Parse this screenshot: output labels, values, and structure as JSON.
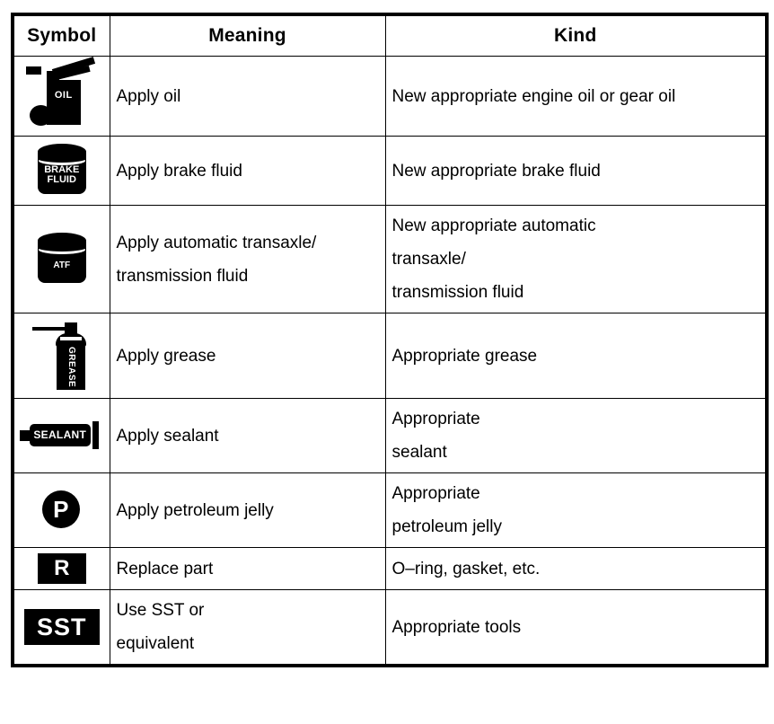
{
  "table": {
    "headers": [
      "Symbol",
      "Meaning",
      "Kind"
    ],
    "rows": [
      {
        "symbol_icon": "oil-can-icon",
        "symbol_label": "OIL",
        "meaning": [
          "Apply oil"
        ],
        "kind": [
          "New appropriate engine oil or gear oil"
        ]
      },
      {
        "symbol_icon": "brake-fluid-can-icon",
        "symbol_label": "BRAKE FLUID",
        "symbol_label_line1": "BRAKE",
        "symbol_label_line2": "FLUID",
        "meaning": [
          "Apply brake fluid"
        ],
        "kind": [
          "New appropriate brake fluid"
        ]
      },
      {
        "symbol_icon": "atf-can-icon",
        "symbol_label": "ATF",
        "meaning": [
          "Apply automatic transaxle/",
          "transmission fluid"
        ],
        "kind": [
          "New appropriate automatic",
          "transaxle/",
          "transmission fluid"
        ]
      },
      {
        "symbol_icon": "grease-gun-icon",
        "symbol_label": "GREASE",
        "meaning": [
          "Apply grease"
        ],
        "kind": [
          "Appropriate grease"
        ]
      },
      {
        "symbol_icon": "sealant-tube-icon",
        "symbol_label": "SEALANT",
        "meaning": [
          "Apply sealant"
        ],
        "kind": [
          "Appropriate",
          "sealant"
        ]
      },
      {
        "symbol_icon": "petroleum-jelly-icon",
        "symbol_label": "P",
        "meaning": [
          "Apply petroleum jelly"
        ],
        "kind": [
          "Appropriate",
          "petroleum jelly"
        ]
      },
      {
        "symbol_icon": "replace-part-icon",
        "symbol_label": "R",
        "meaning": [
          "Replace part"
        ],
        "kind": [
          "O–ring, gasket, etc."
        ]
      },
      {
        "symbol_icon": "sst-tool-icon",
        "symbol_label": "SST",
        "meaning": [
          "Use SST or",
          "equivalent"
        ],
        "kind": [
          "Appropriate tools"
        ]
      }
    ]
  },
  "colors": {
    "border": "#000000",
    "background": "#ffffff",
    "text": "#000000",
    "icon_fill": "#000000",
    "icon_text": "#ffffff"
  }
}
